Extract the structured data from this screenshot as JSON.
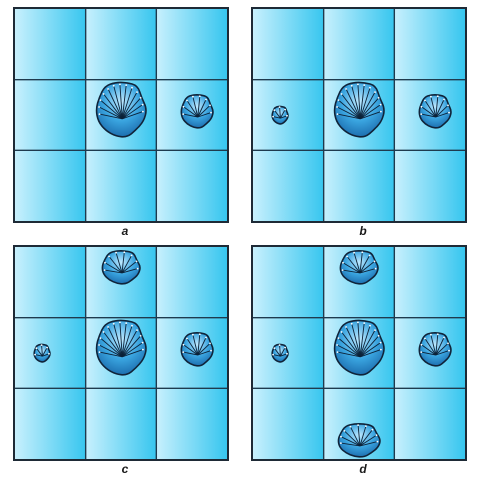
{
  "panels": [
    {
      "caption": "a",
      "cells": [
        "large-center",
        "medium-right"
      ]
    },
    {
      "caption": "b",
      "cells": [
        "small-left",
        "large-center",
        "medium-right"
      ]
    },
    {
      "caption": "c",
      "cells": [
        "medium-top",
        "small-left",
        "large-center",
        "medium-right"
      ]
    },
    {
      "caption": "d",
      "cells": [
        "medium-top",
        "small-left",
        "large-center",
        "medium-right",
        "medium-bottom"
      ]
    }
  ],
  "colors": {
    "tile": "#37c6ef",
    "tile_light": "#c8f0fd",
    "grid_line": "#1e3a4e",
    "cell_fill": "#3aa5e0",
    "cell_outline": "#10243a"
  }
}
